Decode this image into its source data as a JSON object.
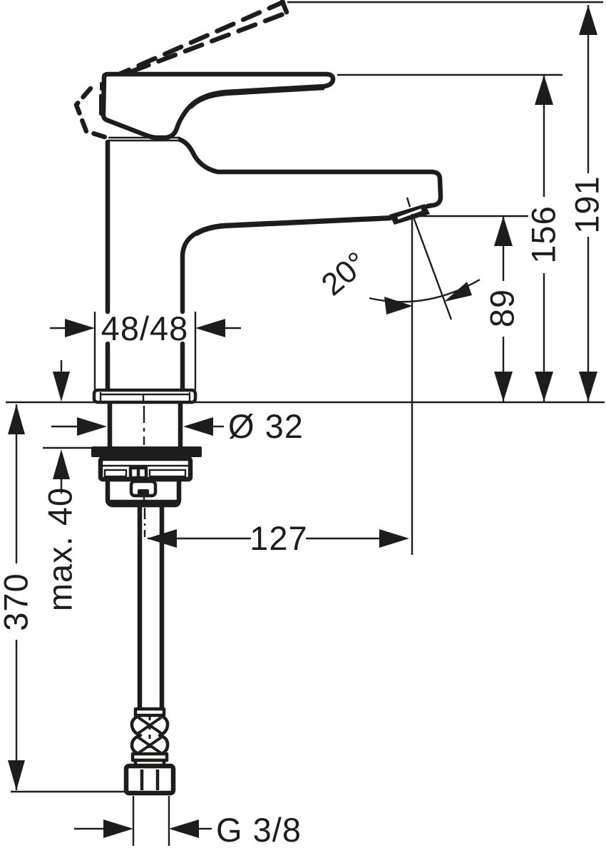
{
  "drawing": {
    "ink_color": "#1d1d1b",
    "dimensions": {
      "total_height": "191",
      "handle_height": "156",
      "spout_height": "89",
      "spout_angle": "20°",
      "base_width": "48/48",
      "tap_hole_diameter": "Ø 32",
      "max_mounting_thickness": "max. 40",
      "hose_length": "370",
      "spout_reach": "127",
      "connection_thread": "G 3/8"
    }
  }
}
